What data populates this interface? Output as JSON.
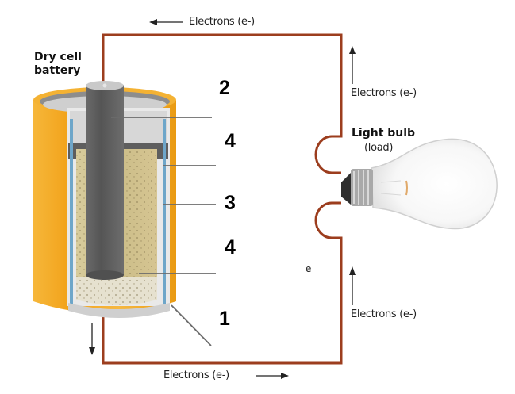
{
  "diagram": {
    "battery": {
      "title_line1": "Dry cell",
      "title_line2": "battery"
    },
    "load": {
      "title": "Light bulb",
      "subtitle": "(load)"
    },
    "electron_labels": {
      "top": "Electrons (e-)",
      "right_upper": "Electrons (e-)",
      "right_lower": "Electrons (e-)",
      "bottom": "Electrons (e-)",
      "stray": "e"
    },
    "part_numbers": [
      {
        "id": "carbon-rod",
        "number": "2"
      },
      {
        "id": "upper-layer",
        "number": "4"
      },
      {
        "id": "separator",
        "number": "3"
      },
      {
        "id": "paste",
        "number": "4"
      },
      {
        "id": "zinc-case",
        "number": "1"
      }
    ],
    "colors": {
      "wire": "#9c3d1e",
      "casing": "#f3a81f",
      "rod": "#5b5b5b",
      "paste": "#cdbf8e",
      "label_line": "#6b6b6b"
    }
  }
}
